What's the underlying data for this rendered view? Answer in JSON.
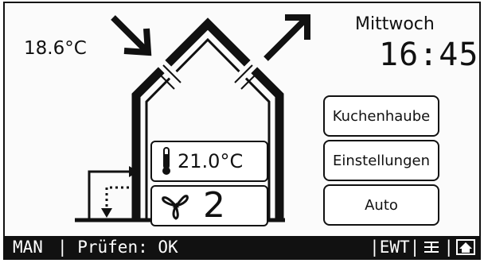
{
  "outside": {
    "temperature": "18.6°C"
  },
  "clock": {
    "weekday": "Mittwoch",
    "time": "16:45"
  },
  "indoor": {
    "temperature": "21.0°C",
    "fan_level": "2"
  },
  "buttons": {
    "hood": "Kuchenhaube",
    "settings": "Einstellungen",
    "mode": "Auto"
  },
  "status": {
    "mode": "MAN",
    "check": "| Prüfen: OK",
    "ewt_label": "|EWT|",
    "icons": [
      "bypass-icon",
      "home-icon"
    ]
  }
}
